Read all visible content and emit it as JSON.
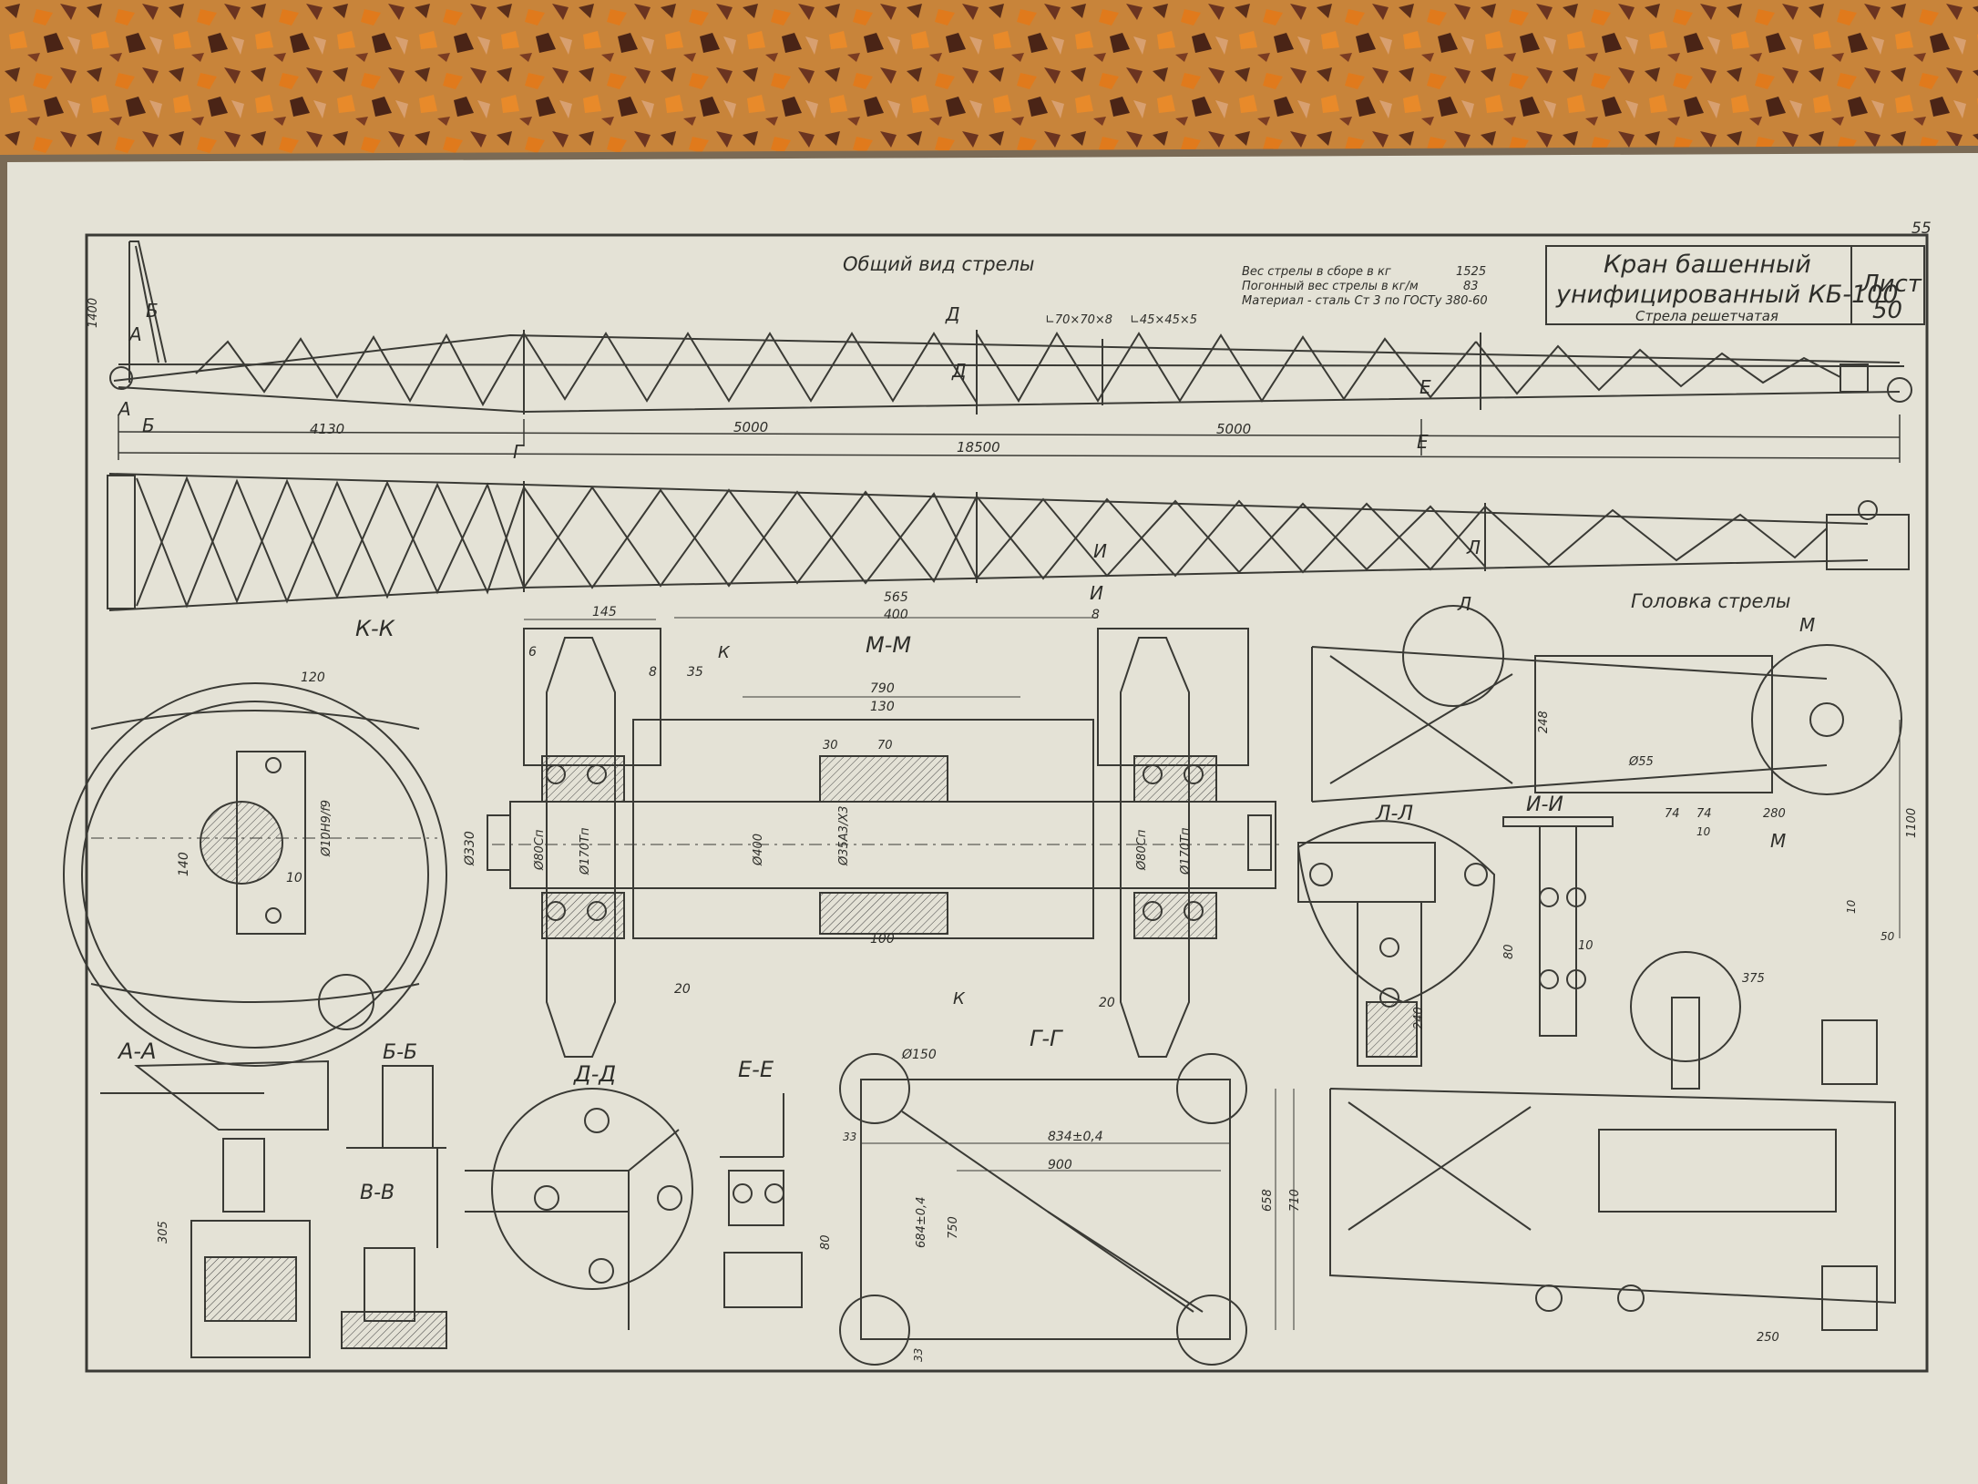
{
  "page_number": "55",
  "title_block": {
    "line1": "Кран башенный",
    "line2": "унифицированный КБ-100",
    "subtitle": "Стрела решетчатая",
    "sheet_label": "Лист",
    "sheet_number": "50"
  },
  "general_view_title": "Общий вид стрелы",
  "notes": [
    {
      "text": "Вес стрелы в сборе в кг",
      "value": "1525"
    },
    {
      "text": "Погонный вес стрелы в кг/м",
      "value": "83"
    },
    {
      "text": "Материал - сталь Ст 3 по ГОСТу 380-60",
      "value": ""
    }
  ],
  "profile_callouts": [
    "∟70×70×8",
    "∟45×45×5"
  ],
  "top_dims": {
    "d1": "4130",
    "d2": "5000",
    "d3": "5000",
    "total": "18500",
    "height": "1400"
  },
  "section_marks": [
    "А",
    "Б",
    "Г",
    "Д",
    "Е",
    "И",
    "Л",
    "М",
    "К"
  ],
  "sections": {
    "kk": "К-К",
    "mm": "М-М",
    "aa": "А-А",
    "bb": "Б-Б",
    "vv": "В-В",
    "dd": "Д-Д",
    "ee": "Е-Е",
    "gg": "Г-Г",
    "ll": "Л-Л",
    "ii": "И-И",
    "head": "Головка стрелы"
  },
  "kk_dims": {
    "a": "120",
    "b": "140",
    "c": "10",
    "d": "Ø10Н9/f9",
    "e": "Ø330"
  },
  "mm_dims": {
    "a": "145",
    "b": "565",
    "c": "400",
    "d": "8",
    "e": "6",
    "f": "8",
    "g": "35",
    "h": "790",
    "i": "130",
    "j": "30",
    "k": "70",
    "l": "100",
    "m": "20",
    "n": "20",
    "o": "Ø80Сп",
    "p": "Ø170Тп",
    "q": "Ø400",
    "r": "Ø35А3/Х3"
  },
  "gg_dims": {
    "a": "Ø150",
    "b": "834±0,4",
    "c": "900",
    "d": "684±0,4",
    "e": "750",
    "f": "658",
    "g": "710",
    "h": "33",
    "i": "33"
  },
  "head_dims": {
    "a": "Ø55",
    "b": "248",
    "c": "74",
    "d": "74",
    "e": "280",
    "f": "10",
    "g": "1100",
    "h": "10",
    "i": "50"
  },
  "ii_dims": {
    "a": "80",
    "b": "10"
  },
  "ll_dims": {
    "a": "240"
  },
  "ee_dims": {
    "a": "80"
  },
  "aa_dims": {
    "a": "305"
  },
  "plan_dims": {
    "a": "375",
    "b": "250"
  }
}
